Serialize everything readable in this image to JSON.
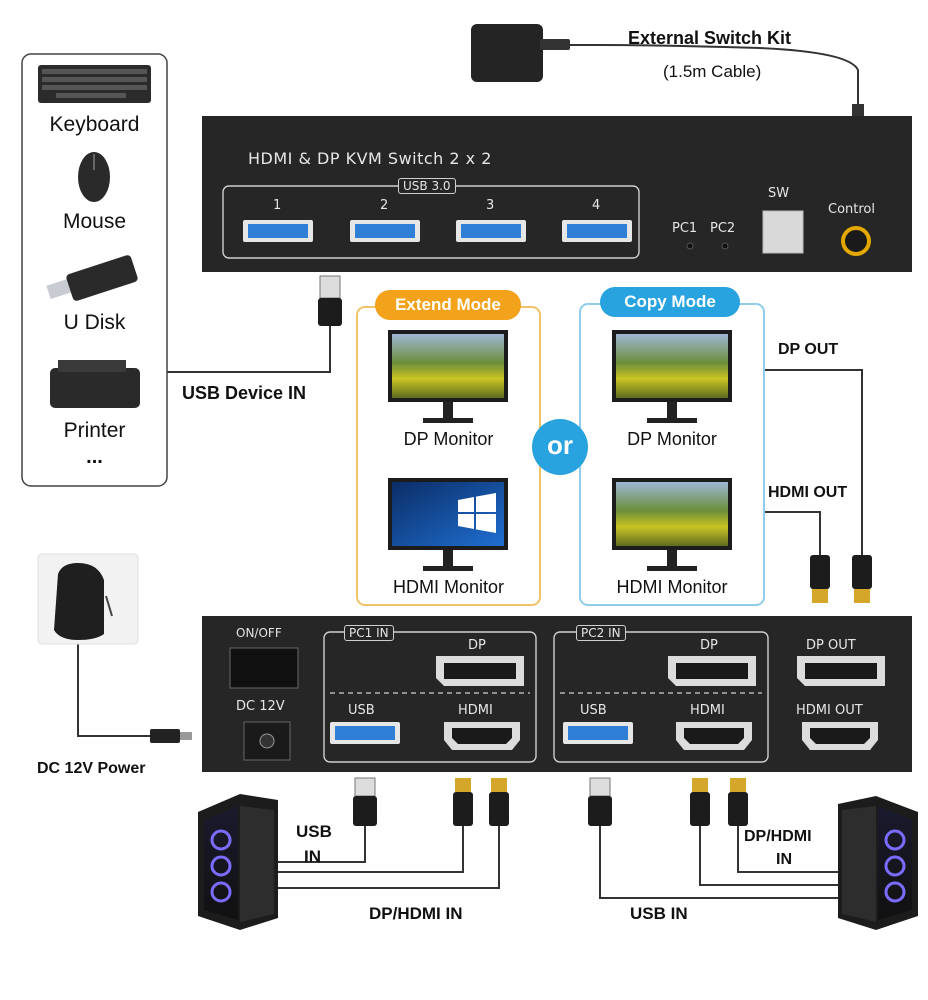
{
  "devices": {
    "keyboard": "Keyboard",
    "mouse": "Mouse",
    "udisk": "U Disk",
    "printer": "Printer",
    "more": "..."
  },
  "usb_device_in": "USB Device IN",
  "external_kit": {
    "title": "External Switch Kit",
    "cable": "(1.5m Cable)"
  },
  "front_panel": {
    "title": "HDMI & DP  KVM  Switch  2 x 2",
    "usb_group": "USB 3.0",
    "ports": [
      "1",
      "2",
      "3",
      "4"
    ],
    "pc1": "PC1",
    "pc2": "PC2",
    "sw": "SW",
    "control": "Control"
  },
  "modes": {
    "extend": {
      "title": "Extend Mode",
      "monitor1": "DP Monitor",
      "monitor2": "HDMI Monitor"
    },
    "or": "or",
    "copy": {
      "title": "Copy Mode",
      "monitor1": "DP Monitor",
      "monitor2": "HDMI Monitor"
    }
  },
  "outputs": {
    "dp_out": "DP OUT",
    "hdmi_out": "HDMI OUT"
  },
  "back_panel": {
    "on_off": "ON/OFF",
    "dc": "DC 12V",
    "pc1_in": "PC1 IN",
    "pc2_in": "PC2 IN",
    "dp": "DP",
    "usb": "USB",
    "hdmi": "HDMI",
    "dp_out": "DP OUT",
    "hdmi_out": "HDMI OUT"
  },
  "power_label": "DC 12V Power",
  "bottom": {
    "usb_in_left_1": "USB",
    "usb_in_left_2": "IN",
    "dp_hdmi_in_left": "DP/HDMI IN",
    "usb_in_right": "USB IN",
    "dp_hdmi_in_right_1": "DP/HDMI",
    "dp_hdmi_in_right_2": "IN"
  },
  "colors": {
    "extend_accent": "#f2a21b",
    "copy_accent": "#29a3e0",
    "device_body": "#2a2a2a",
    "usb_port_blue": "#2f7fd6"
  }
}
